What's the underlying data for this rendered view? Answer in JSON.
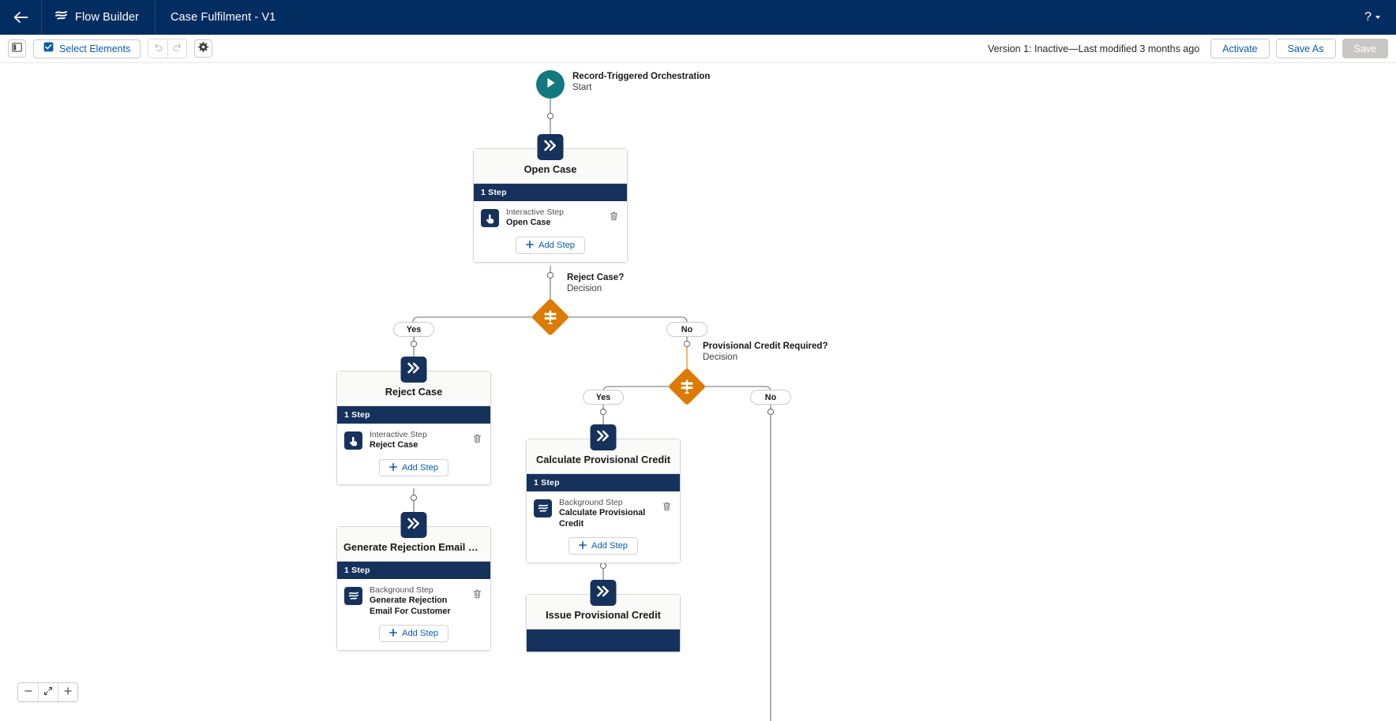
{
  "header": {
    "back_icon": "arrow-left-icon",
    "app_icon": "flow-builder-icon",
    "app_name": "Flow Builder",
    "flow_name": "Case Fulfilment - V1",
    "help_label": "?",
    "help_icon": "help-icon"
  },
  "toolbar": {
    "panel_toggle_icon": "toggle-left-panel-icon",
    "select_elements_icon": "select-elements-icon",
    "select_elements_label": "Select Elements",
    "undo_icon": "undo-icon",
    "redo_icon": "redo-icon",
    "settings_icon": "gear-icon",
    "version_status": "Version 1: Inactive—Last modified 3 months ago",
    "activate_label": "Activate",
    "save_as_label": "Save As",
    "save_label": "Save",
    "save_disabled": true
  },
  "canvas": {
    "start": {
      "icon": "play-icon",
      "title": "Record-Triggered Orchestration",
      "subtitle": "Start",
      "color": "#13797e"
    },
    "stages": [
      {
        "id": "open-case",
        "badge_icon": "double-chevron-right-icon",
        "title": "Open Case",
        "step_count_label": "1 Step",
        "steps": [
          {
            "kind": "Interactive Step",
            "name": "Open Case",
            "icon": "interactive-step-icon",
            "delete_icon": "trash-icon"
          }
        ],
        "add_step_label": "Add Step",
        "add_step_icon": "plus-icon"
      },
      {
        "id": "reject-case",
        "badge_icon": "double-chevron-right-icon",
        "title": "Reject Case",
        "step_count_label": "1 Step",
        "steps": [
          {
            "kind": "Interactive Step",
            "name": "Reject Case",
            "icon": "interactive-step-icon",
            "delete_icon": "trash-icon"
          }
        ],
        "add_step_label": "Add Step",
        "add_step_icon": "plus-icon"
      },
      {
        "id": "generate-rejection-email",
        "badge_icon": "double-chevron-right-icon",
        "title": "Generate Rejection Email For Cus...",
        "step_count_label": "1 Step",
        "steps": [
          {
            "kind": "Background Step",
            "name": "Generate Rejection Email For Customer",
            "icon": "background-step-icon",
            "delete_icon": "trash-icon"
          }
        ],
        "add_step_label": "Add Step",
        "add_step_icon": "plus-icon"
      },
      {
        "id": "calculate-provisional-credit",
        "badge_icon": "double-chevron-right-icon",
        "title": "Calculate Provisional Credit",
        "step_count_label": "1 Step",
        "steps": [
          {
            "kind": "Background Step",
            "name": "Calculate Provisional Credit",
            "icon": "background-step-icon",
            "delete_icon": "trash-icon"
          }
        ],
        "add_step_label": "Add Step",
        "add_step_icon": "plus-icon"
      },
      {
        "id": "issue-provisional-credit",
        "badge_icon": "double-chevron-right-icon",
        "title": "Issue Provisional Credit",
        "step_count_label": "",
        "steps": [],
        "add_step_label": "",
        "add_step_icon": "plus-icon"
      }
    ],
    "decisions": [
      {
        "id": "reject-case-decision",
        "icon": "decision-icon",
        "title": "Reject Case?",
        "subtitle": "Decision",
        "color": "#dd7a01",
        "branches": [
          "Yes",
          "No"
        ]
      },
      {
        "id": "provisional-credit-decision",
        "icon": "decision-icon",
        "title": "Provisional Credit Required?",
        "subtitle": "Decision",
        "color": "#dd7a01",
        "branches": [
          "Yes",
          "No"
        ]
      }
    ],
    "zoom_controls": {
      "zoom_out_icon": "minus-icon",
      "fit_icon": "fit-to-screen-icon",
      "zoom_in_icon": "plus-icon"
    }
  },
  "colors": {
    "header_navy": "#032d60",
    "node_navy": "#16325c",
    "decision_orange": "#dd7a01",
    "start_teal": "#13797e",
    "link_blue": "#0b5cab"
  }
}
